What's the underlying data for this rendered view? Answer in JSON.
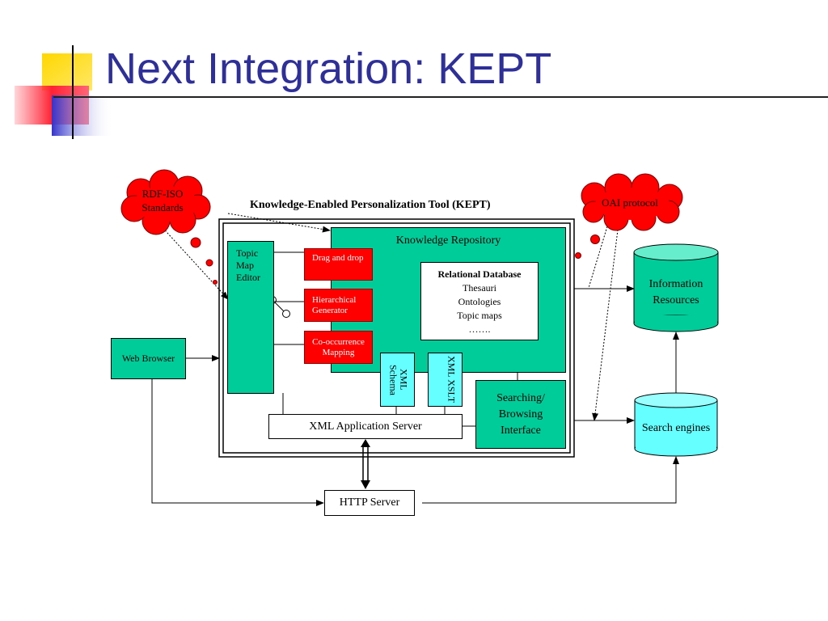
{
  "slide": {
    "title": "Next Integration: KEPT"
  },
  "diagram": {
    "kept_label": "Knowledge-Enabled Personalization Tool (KEPT)",
    "knowledge_repository": "Knowledge Repository",
    "relational_db": {
      "heading": "Relational Database",
      "items": [
        "Thesauri",
        "Ontologies",
        "Topic maps",
        "……."
      ]
    },
    "topic_map_editor": "Topic Map Editor",
    "drag_and_drop": "Drag and drop",
    "hierarchical_generator": "Hierarchical Generator",
    "co_occurrence_mapping": "Co-occurrence Mapping",
    "xml_schema": "XML Schema",
    "xml_xslt": "XML XSLT",
    "searching_browsing": "Searching/ Browsing Interface",
    "xml_app_server": "XML Application Server",
    "web_browser": "Web Browser",
    "http_server": "HTTP Server",
    "information_resources": "Information Resources",
    "search_engines": "Search engines",
    "rdf_iso": "RDF-ISO Standards",
    "oai_protocol": "OAI protocol"
  },
  "colors": {
    "title": "#2f2f9a",
    "teal": "#00cc99",
    "red": "#ff0000",
    "cyan": "#66ffff"
  }
}
